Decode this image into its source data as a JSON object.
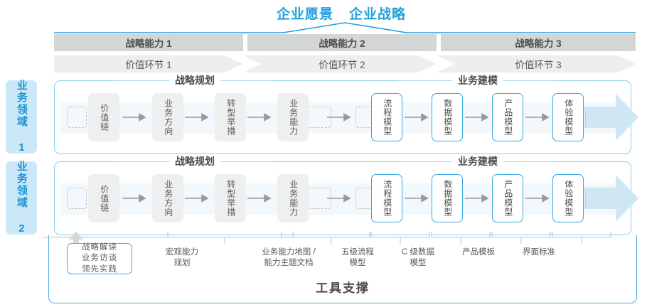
{
  "header": {
    "vision": "企业愿景",
    "strategy": "企业战略"
  },
  "capabilities": [
    {
      "label": "战略能力 1"
    },
    {
      "label": "战略能力 2"
    },
    {
      "label": "战略能力 3"
    }
  ],
  "value_links": [
    {
      "label": "价值环节 1"
    },
    {
      "label": "价值环节 2"
    },
    {
      "label": "价值环节 3"
    }
  ],
  "domains": [
    {
      "label": "业务领域 1"
    },
    {
      "label": "业务领域 2"
    }
  ],
  "sections": {
    "planning": "战略规划",
    "modeling": "业务建模"
  },
  "stages": {
    "planning": [
      {
        "label": "价值链"
      },
      {
        "label": "业务方向"
      },
      {
        "label": "转型举措"
      },
      {
        "label": "业务能力"
      }
    ],
    "modeling": [
      {
        "label": "流程模型"
      },
      {
        "label": "数据模型"
      },
      {
        "label": "产品模型"
      },
      {
        "label": "体验模型"
      }
    ]
  },
  "tools": {
    "title": "工具支撑",
    "primary": {
      "line1": "战略解读",
      "line2": "业务访谈",
      "line3": "领先实践"
    },
    "items": [
      {
        "line1": "宏观能力",
        "line2": "规划"
      },
      {
        "line1": "业务能力地图 /",
        "line2": "能力主题文档"
      },
      {
        "line1": "五级流程",
        "line2": "模型"
      },
      {
        "line1": "C 级数据",
        "line2": "模型"
      },
      {
        "line1": "产品模板",
        "line2": ""
      },
      {
        "line1": "界面标准",
        "line2": ""
      }
    ]
  },
  "colors": {
    "accent_blue": "#22a0dd",
    "tab_blue": "#cbe8f8",
    "bar_gray": "#d4d6d6",
    "link_gray": "#eeeeee",
    "box_gray": "#eeefef",
    "band_blue": "#f2f8fc"
  }
}
